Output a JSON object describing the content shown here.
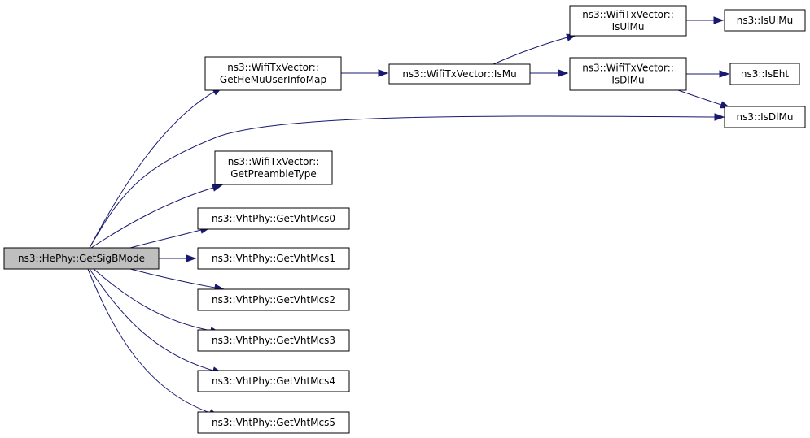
{
  "graph": {
    "colors": {
      "edge": "#191970",
      "root_fill": "#bfbfbf",
      "node_fill": "#ffffff",
      "node_border": "#000000"
    },
    "nodes": [
      {
        "id": "getsigbmode",
        "lines": [
          "ns3::HePhy::GetSigBMode"
        ],
        "root": true
      },
      {
        "id": "getheminfo",
        "lines": [
          "ns3::WifiTxVector::",
          "GetHeMuUserInfoMap"
        ]
      },
      {
        "id": "ismu",
        "lines": [
          "ns3::WifiTxVector::IsMu"
        ]
      },
      {
        "id": "txv-isulmu",
        "lines": [
          "ns3::WifiTxVector::",
          "IsUlMu"
        ]
      },
      {
        "id": "txv-isdlmu",
        "lines": [
          "ns3::WifiTxVector::",
          "IsDlMu"
        ]
      },
      {
        "id": "isulmu",
        "lines": [
          "ns3::IsUlMu"
        ]
      },
      {
        "id": "iseht",
        "lines": [
          "ns3::IsEht"
        ]
      },
      {
        "id": "isdlmu",
        "lines": [
          "ns3::IsDlMu"
        ]
      },
      {
        "id": "getpreambletype",
        "lines": [
          "ns3::WifiTxVector::",
          "GetPreambleType"
        ]
      },
      {
        "id": "vhtmcs0",
        "lines": [
          "ns3::VhtPhy::GetVhtMcs0"
        ]
      },
      {
        "id": "vhtmcs1",
        "lines": [
          "ns3::VhtPhy::GetVhtMcs1"
        ]
      },
      {
        "id": "vhtmcs2",
        "lines": [
          "ns3::VhtPhy::GetVhtMcs2"
        ]
      },
      {
        "id": "vhtmcs3",
        "lines": [
          "ns3::VhtPhy::GetVhtMcs3"
        ]
      },
      {
        "id": "vhtmcs4",
        "lines": [
          "ns3::VhtPhy::GetVhtMcs4"
        ]
      },
      {
        "id": "vhtmcs5",
        "lines": [
          "ns3::VhtPhy::GetVhtMcs5"
        ]
      }
    ],
    "edges": [
      {
        "from": "getsigbmode",
        "to": "getheminfo"
      },
      {
        "from": "getsigbmode",
        "to": "isdlmu"
      },
      {
        "from": "getsigbmode",
        "to": "getpreambletype"
      },
      {
        "from": "getsigbmode",
        "to": "vhtmcs0"
      },
      {
        "from": "getsigbmode",
        "to": "vhtmcs1"
      },
      {
        "from": "getsigbmode",
        "to": "vhtmcs2"
      },
      {
        "from": "getsigbmode",
        "to": "vhtmcs3"
      },
      {
        "from": "getsigbmode",
        "to": "vhtmcs4"
      },
      {
        "from": "getsigbmode",
        "to": "vhtmcs5"
      },
      {
        "from": "getheminfo",
        "to": "ismu"
      },
      {
        "from": "ismu",
        "to": "txv-isulmu"
      },
      {
        "from": "ismu",
        "to": "txv-isdlmu"
      },
      {
        "from": "txv-isulmu",
        "to": "isulmu"
      },
      {
        "from": "txv-isdlmu",
        "to": "iseht"
      },
      {
        "from": "txv-isdlmu",
        "to": "isdlmu"
      }
    ]
  }
}
